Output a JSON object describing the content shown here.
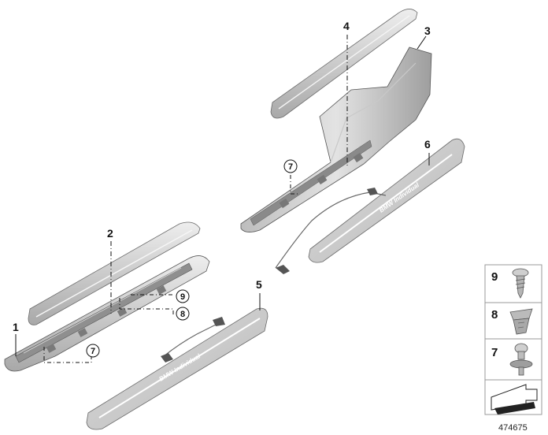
{
  "callouts": {
    "part_1": "1",
    "part_2": "2",
    "part_3": "3",
    "part_4": "4",
    "part_5": "5",
    "part_6": "6",
    "circle_7_rear_left": "7",
    "circle_7_front_right": "7",
    "circle_8": "8",
    "circle_9": "9"
  },
  "fastener_panel": {
    "item_9": "9",
    "item_8": "8",
    "item_7": "7"
  },
  "sill_badge_text": {
    "front": "BMW Individual",
    "rear": "BMW Individual"
  },
  "diagram_number": "474675",
  "colors": {
    "part_fill": "#d9d9d9",
    "part_dark": "#a9a9a9",
    "outline": "#555555",
    "panel_border": "#999999"
  }
}
